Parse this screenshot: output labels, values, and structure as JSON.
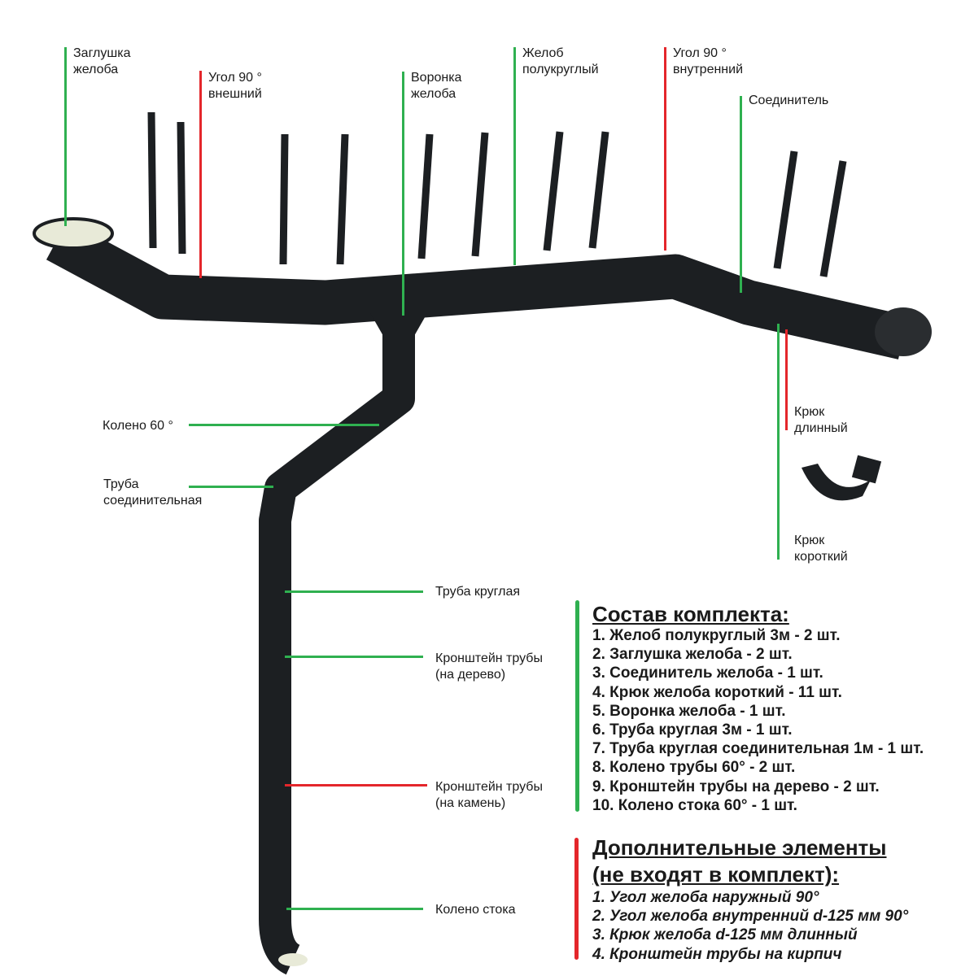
{
  "labels": {
    "end_cap": "Заглушка\nжелоба",
    "outer_corner": "Угол 90 °\nвнешний",
    "funnel": "Воронка\nжелоба",
    "gutter": "Желоб\nполукруглый",
    "inner_corner": "Угол 90 °\nвнутренний",
    "connector": "Соединитель",
    "long_hook": "Крюк\nдлинный",
    "short_hook": "Крюк\nкороткий",
    "elbow": "Колено 60 °",
    "connecting_pipe": "Труба\nсоединительная",
    "round_pipe": "Труба круглая",
    "bracket_wood": "Кронштейн трубы\n(на дерево)",
    "bracket_stone": "Кронштейн трубы\n(на камень)",
    "outlet_elbow": "Колено стока"
  },
  "kit": {
    "title": "Состав комплекта:",
    "items": [
      "1. Желоб полукруглый 3м - 2 шт.",
      "2. Заглушка желоба - 2 шт.",
      "3. Соединитель желоба - 1 шт.",
      "4. Крюк желоба короткий - 11 шт.",
      "5. Воронка желоба - 1 шт.",
      "6. Труба круглая 3м - 1 шт.",
      "7. Труба круглая соединительная 1м - 1 шт.",
      "8. Колено трубы 60° - 2 шт.",
      "9. Кронштейн трубы на дерево - 2 шт.",
      "10. Колено стока 60° - 1 шт."
    ]
  },
  "extra": {
    "title_line1": "Дополнительные элементы",
    "title_line2": "(не входят в комплект):",
    "items": [
      "1. Угол желоба наружный 90°",
      "2. Угол желоба внутренний d-125 мм 90°",
      "3. Крюк желоба d-125 мм длинный",
      "4. Кронштейн трубы на кирпич"
    ]
  },
  "colors": {
    "included": "#2fb050",
    "extra": "#e4262b",
    "product": "#1c1f22"
  }
}
